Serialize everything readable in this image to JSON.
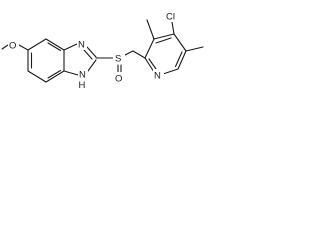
{
  "molecule": {
    "atoms": {
      "methoxy_O": "O",
      "sulfinyl_O": "O",
      "sulfur": "S",
      "chlorine": "Cl",
      "imidazole_N": "N",
      "imidazole_NH_N": "N",
      "imidazole_NH_H": "H",
      "pyridine_N": "N"
    },
    "colors": {
      "ink": "#1a1a1a",
      "background": "#ffffff"
    }
  }
}
